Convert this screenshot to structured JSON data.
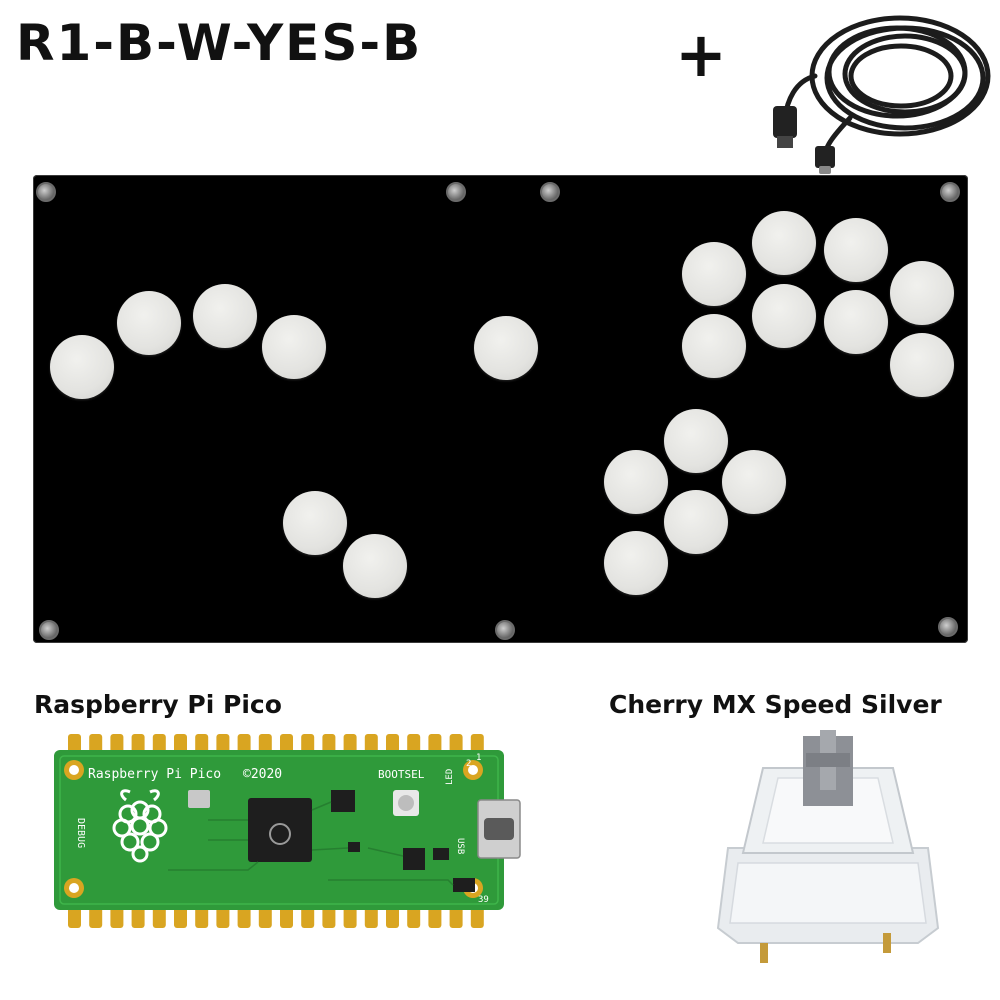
{
  "product": {
    "title": "R1-B-W-YES-B",
    "plus_sign": "+"
  },
  "components": {
    "board_label": "Raspberry Pi Pico",
    "switch_label": "Cherry MX Speed Silver",
    "pico_silkscreen": {
      "name": "Raspberry Pi Pico",
      "year": "©2020",
      "bootsel": "BOOTSEL",
      "led": "LED",
      "usb": "USB",
      "debug": "DEBUG",
      "pin_1": "1",
      "pin_2": "2",
      "pin_39": "39"
    }
  },
  "colors": {
    "board": "#000000",
    "buttons": "#e3e3e0",
    "pcb": "#2f9a3a",
    "pads": "#d9a521"
  },
  "icons": [
    "usb-c-cable-icon",
    "raspberry-pi-logo-icon"
  ]
}
